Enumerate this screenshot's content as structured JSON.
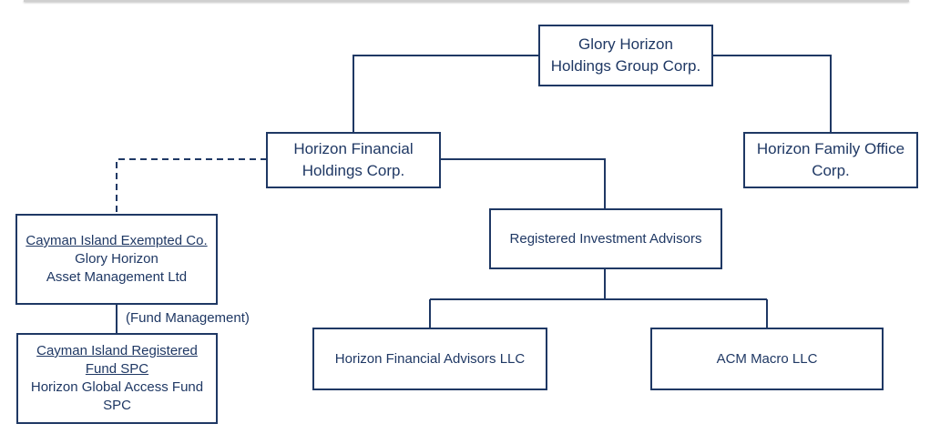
{
  "nodes": {
    "group": {
      "line1": "Glory Horizon",
      "line2": "Holdings Group Corp."
    },
    "financial_holdings": {
      "line1": "Horizon Financial",
      "line2": "Holdings Corp."
    },
    "family_office": {
      "line1": "Horizon Family Office",
      "line2": "Corp."
    },
    "ria": {
      "label": "Registered Investment Advisors"
    },
    "cayman_exempted": {
      "heading": "Cayman Island Exempted Co.",
      "line1": "Glory Horizon",
      "line2": "Asset Management Ltd"
    },
    "cayman_registered": {
      "heading1": "Cayman Island Registered",
      "heading2": "Fund SPC",
      "line1": "Horizon Global Access Fund",
      "line2": "SPC"
    },
    "hfa": {
      "label": "Horizon Financial Advisors LLC"
    },
    "acm": {
      "label": "ACM Macro LLC"
    }
  },
  "edge_labels": {
    "fund_management": "(Fund Management)"
  },
  "colors": {
    "box_border": "#1f3864",
    "connector": "#1f3864",
    "text": "#1f3864"
  }
}
